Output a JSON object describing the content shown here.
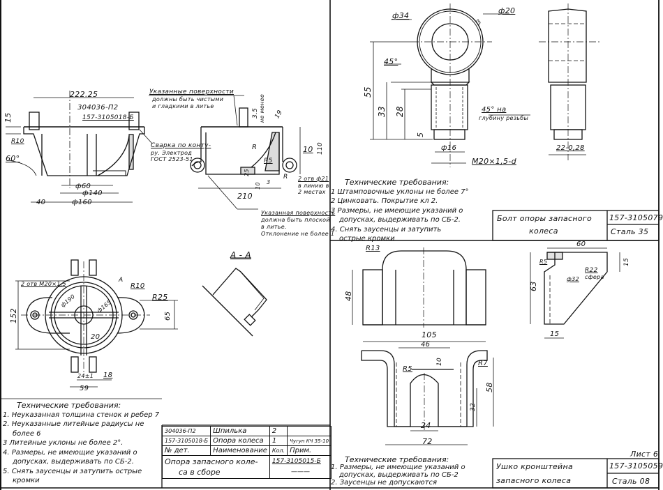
{
  "sheet": {
    "label": "Лист 6"
  },
  "left_drawing": {
    "front_view": {
      "dims": [
        "222.25",
        "15",
        "R10",
        "60°",
        "ф60",
        "ф140",
        "ф160",
        "40"
      ],
      "leaders": [
        "304036-П2",
        "157-3105018-Б"
      ],
      "weld_note": [
        "Сварка по конту-",
        "ру. Электрод",
        "ГОСТ 2523-51"
      ]
    },
    "section_view": {
      "surface_note_top": [
        "Указанные поверхности",
        "должны быть чистыми",
        "и гладкими в литье"
      ],
      "dims": [
        "3.5",
        "не менее",
        "19",
        "110",
        "10",
        "R",
        "R5",
        "25",
        "10",
        "3",
        "R",
        "210"
      ],
      "holes_note": [
        "2 отв ф21",
        "в линию в",
        "2 местах"
      ],
      "surface_note_bottom": [
        "Указанная поверхность",
        "должна быть плоской",
        "в литье.",
        "Отклонение не более 1"
      ]
    },
    "plan_view": {
      "dims": [
        "2 отв М20×1,5",
        "ф190",
        "ф165",
        "A",
        "R10",
        "R25",
        "152",
        "65",
        "20",
        "24±1",
        "18",
        "59"
      ]
    },
    "section_aa": {
      "title": "А - А"
    },
    "requirements": {
      "title": "Технические требования:",
      "items": [
        "1. Неуказанная толщина стенок и ребер 7",
        "2. Неуказанные литейные радиусы не",
        "   более 6",
        "3 Литейные уклоны не более 2°.",
        "4. Размеры, не имеющие указаний о",
        "   допусках, выдерживать по СБ-2.",
        "5. Снять заусенцы и затупить острые",
        "   кромки"
      ]
    },
    "title_block": {
      "rows": [
        [
          "304036-П2",
          "Шпилька",
          "2",
          ""
        ],
        [
          "157-3105018-Б",
          "Опора колеса",
          "1",
          "Чугун КЧ 35-10"
        ],
        [
          "№ дет.",
          "Наименование",
          "Кол.",
          "Прим."
        ]
      ],
      "assembly_name": "Опора запасного коле-",
      "assembly_name_2": "са в сборе",
      "assembly_code": "157-3105015-Б",
      "assembly_sub": "———"
    }
  },
  "bolt_drawing": {
    "dims": [
      "ф34",
      "ф20",
      "3",
      "45°",
      "55",
      "33",
      "28",
      "5",
      "ф16",
      "М20×1,5-d",
      "22-0,28"
    ],
    "chamfer_note": [
      "45° на",
      "глубину резьбы"
    ],
    "requirements": {
      "title": "Технические требования:",
      "items": [
        "1 Штамповочные уклоны не более 7°",
        "2 Цинковать. Покрытие кл 2.",
        "3 Размеры, не имеющие указаний о",
        "   допусках, выдерживать по СБ-2.",
        "4. Снять заусенцы и затупить",
        "   острые кромки"
      ]
    },
    "title_block": {
      "name_1": "Болт опоры запасного",
      "name_2": "колеса",
      "code": "157-3105079",
      "material": "Сталь 35"
    }
  },
  "bracket_drawing": {
    "dims": [
      "R13",
      "48",
      "105",
      "46",
      "10",
      "R5",
      "R7",
      "58",
      "32",
      "24",
      "72",
      "60",
      "R5",
      "R22",
      "сфера",
      "ф32",
      "15",
      "63",
      "15"
    ],
    "requirements": {
      "title": "Технические требования:",
      "items": [
        "1. Размеры, не имеющие указаний о",
        "   допусках, выдерживать по СБ-2",
        "2. Заусенцы не допускаются"
      ]
    },
    "title_block": {
      "name_1": "Ушко кронштейна",
      "name_2": "запасного колеса",
      "code": "157-3105059",
      "material": "Сталь 08"
    }
  }
}
